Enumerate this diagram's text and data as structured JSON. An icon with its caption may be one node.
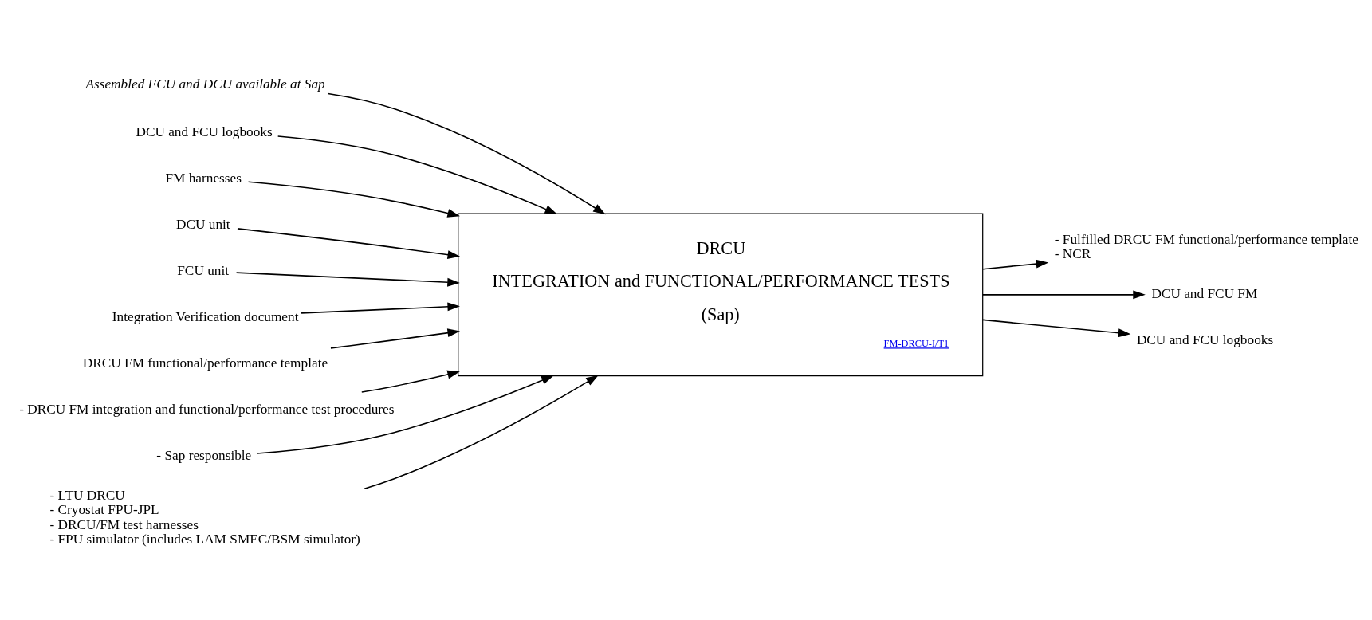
{
  "diagram": {
    "nodes": [
      {
        "text": [
          "DRCU",
          "INTEGRATION and FUNCTIONAL/PERFORMANCE TESTS",
          "(Sap)",
          "FM-DRCU-I/T1"
        ]
      },
      {
        "text": [
          "Assembled FCU and DCU available at Sap"
        ]
      },
      {
        "text": [
          "DCU and FCU logbooks"
        ]
      },
      {
        "text": [
          "FM harnesses"
        ]
      },
      {
        "text": [
          "DCU unit"
        ]
      },
      {
        "text": [
          "FCU unit"
        ]
      },
      {
        "text": [
          "Integration Verification document"
        ]
      },
      {
        "text": [
          "DRCU FM functional/performance template"
        ]
      },
      {
        "text": [
          "- Fulfilled DRCU FM functional/performance template",
          "- NCR"
        ]
      },
      {
        "text": [
          "DCU and FCU FM"
        ]
      },
      {
        "text": [
          "DCU and FCU logbooks"
        ]
      },
      {
        "text": [
          "- DRCU FM integration and functional/performance test procedures"
        ]
      },
      {
        "text": [
          "- Sap responsible"
        ]
      },
      {
        "text": [
          "- LTU DRCU",
          "- Cryostat FPU-JPL",
          "- DRCU/FM test harnesses",
          "- FPU simulator (includes LAM SMEC/BSM simulator)"
        ]
      }
    ],
    "edges": [
      {
        "from": 1,
        "to": 0,
        "arrow": "to"
      },
      {
        "from": 2,
        "to": 0,
        "arrow": "to"
      },
      {
        "from": 3,
        "to": 0,
        "arrow": "to"
      },
      {
        "from": 4,
        "to": 0,
        "arrow": "to"
      },
      {
        "from": 5,
        "to": 0,
        "arrow": "to"
      },
      {
        "from": 6,
        "to": 0,
        "arrow": "to"
      },
      {
        "from": 7,
        "to": 0,
        "arrow": "to"
      },
      {
        "from": 0,
        "to": 8,
        "arrow": "to"
      },
      {
        "from": 0,
        "to": 9,
        "arrow": "to"
      },
      {
        "from": 0,
        "to": 10,
        "arrow": "to"
      },
      {
        "from": 11,
        "to": 0,
        "arrow": "to"
      },
      {
        "from": 12,
        "to": 0,
        "arrow": "to"
      },
      {
        "from": 13,
        "to": 0,
        "arrow": "to"
      }
    ]
  }
}
